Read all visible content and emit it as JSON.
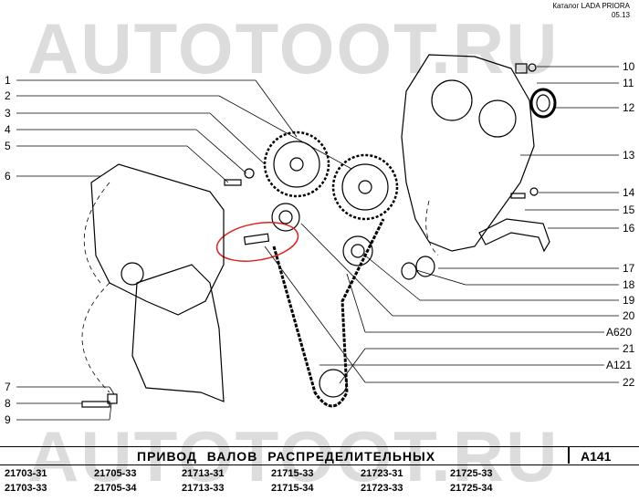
{
  "header": {
    "catalog": "Каталог  LADA  PRIORA",
    "date": "05.13"
  },
  "watermark": "AUTOTOOT.RU",
  "title": {
    "text": "ПРИВОД  ВАЛОВ  РАСПРЕДЕЛИТЕЛЬНЫХ",
    "code": "A141"
  },
  "callouts_left": [
    "1",
    "2",
    "3",
    "4",
    "5",
    "6",
    "7",
    "8",
    "9"
  ],
  "callouts_right": [
    "10",
    "11",
    "12",
    "13",
    "14",
    "15",
    "16",
    "17",
    "18",
    "19",
    "20",
    "A620",
    "21",
    "A121",
    "22"
  ],
  "models": [
    [
      "21703-31",
      "21703-33"
    ],
    [
      "21705-33",
      "21705-34"
    ],
    [
      "21713-31",
      "21713-33"
    ],
    [
      "21715-33",
      "21715-34"
    ],
    [
      "21723-31",
      "21723-33"
    ],
    [
      "21725-33",
      "21725-34"
    ]
  ]
}
